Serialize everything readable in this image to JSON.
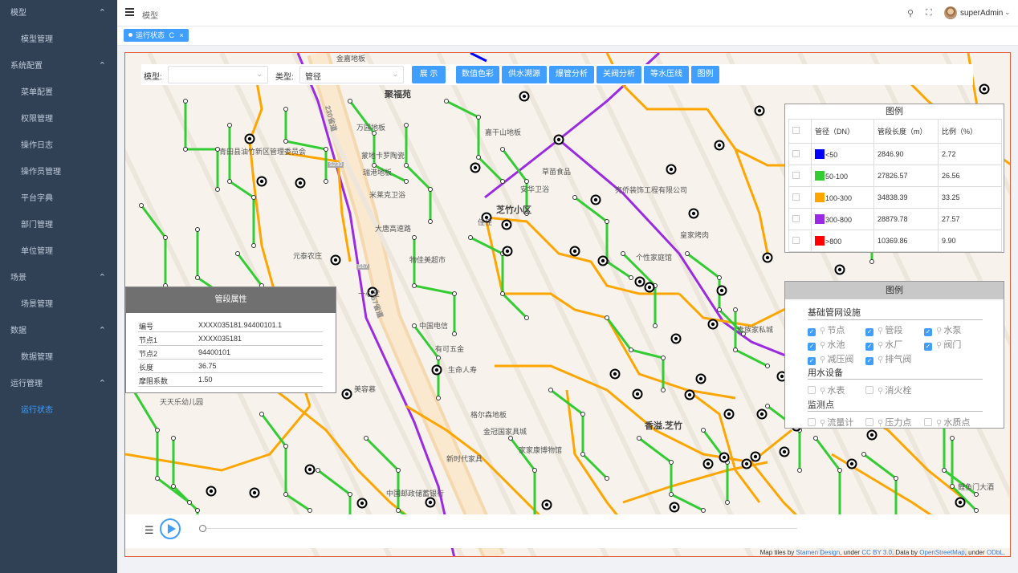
{
  "sidebar": {
    "items": [
      {
        "label": "模型",
        "kind": "group",
        "caret": "⌃"
      },
      {
        "label": "模型管理",
        "kind": "sub"
      },
      {
        "label": "系统配置",
        "kind": "group",
        "caret": "⌃"
      },
      {
        "label": "菜单配置",
        "kind": "sub"
      },
      {
        "label": "权限管理",
        "kind": "sub"
      },
      {
        "label": "操作日志",
        "kind": "sub"
      },
      {
        "label": "操作员管理",
        "kind": "sub"
      },
      {
        "label": "平台字典",
        "kind": "sub"
      },
      {
        "label": "部门管理",
        "kind": "sub"
      },
      {
        "label": "单位管理",
        "kind": "sub"
      },
      {
        "label": "场景",
        "kind": "group",
        "caret": "⌃"
      },
      {
        "label": "场景管理",
        "kind": "sub"
      },
      {
        "label": "数据",
        "kind": "group",
        "caret": "⌃"
      },
      {
        "label": "数据管理",
        "kind": "sub"
      },
      {
        "label": "运行管理",
        "kind": "group",
        "caret": "⌃"
      },
      {
        "label": "运行状态",
        "kind": "sub",
        "active": true
      }
    ]
  },
  "header": {
    "breadcrumb": "模型",
    "username": "superAdmin"
  },
  "tag": {
    "label": "运行状态",
    "refresh": "C",
    "close": "×"
  },
  "toolbar": {
    "model_label": "模型:",
    "model_value": "",
    "type_label": "类型:",
    "type_value": "管径",
    "buttons": [
      "展 示",
      "数值色彩",
      "供水溯源",
      "爆管分析",
      "关阀分析",
      "等水压线",
      "图例"
    ]
  },
  "legend": {
    "title": "图例",
    "headers": [
      "管径（DN）",
      "管段长度（m）",
      "比例（%）"
    ],
    "rows": [
      {
        "label": "<50",
        "color": "#0000ff",
        "length": "2846.90",
        "ratio": "2.72"
      },
      {
        "label": "50-100",
        "color": "#33cc33",
        "length": "27826.57",
        "ratio": "26.56"
      },
      {
        "label": "100-300",
        "color": "#ffa500",
        "length": "34838.39",
        "ratio": "33.25"
      },
      {
        "label": "300-800",
        "color": "#9a2be2",
        "length": "28879.78",
        "ratio": "27.57"
      },
      {
        "label": ">800",
        "color": "#ff0000",
        "length": "10369.86",
        "ratio": "9.90"
      }
    ]
  },
  "layers": {
    "title": "图例",
    "sections": [
      {
        "title": "基础管网设施",
        "items": [
          {
            "label": "节点",
            "checked": true
          },
          {
            "label": "管段",
            "checked": true
          },
          {
            "label": "水泵",
            "checked": true
          },
          {
            "label": "水池",
            "checked": true
          },
          {
            "label": "水厂",
            "checked": true
          },
          {
            "label": "阀门",
            "checked": true
          },
          {
            "label": "减压阀",
            "checked": true
          },
          {
            "label": "排气阀",
            "checked": true
          }
        ]
      },
      {
        "title": "用水设备",
        "items": [
          {
            "label": "水表",
            "checked": false
          },
          {
            "label": "消火栓",
            "checked": false
          }
        ]
      },
      {
        "title": "监测点",
        "items": [
          {
            "label": "流量计",
            "checked": false
          },
          {
            "label": "压力点",
            "checked": false
          },
          {
            "label": "水质点",
            "checked": false
          }
        ]
      }
    ]
  },
  "properties": {
    "title": "管段属性",
    "rows": [
      {
        "key": "编号",
        "value": "XXXX035181.94400101.1"
      },
      {
        "key": "节点1",
        "value": "XXXX035181"
      },
      {
        "key": "节点2",
        "value": "94400101"
      },
      {
        "key": "长度",
        "value": "36.75"
      },
      {
        "key": "摩阻系数",
        "value": "1.50"
      }
    ]
  },
  "map_labels": [
    "金嘉地板",
    "聚福苑",
    "万园地板",
    "嘉干山地板",
    "青田县油竹新区管理委员会",
    "蒙地卡罗陶瓷",
    "瑞港地板",
    "草苗食品",
    "安华卫浴",
    "米莱克卫浴",
    "芝竹小区",
    "亮侨装饰工程有限公司",
    "佳佳",
    "大唐高速路",
    "皇家烤肉",
    "物佳美超市",
    "个性家庭馆",
    "元泰农庄",
    "一心堂",
    "中国电信",
    "贵族家私城",
    "有可五金",
    "生命人寿",
    "美容慕",
    "天天乐幼儿园",
    "格尔森地板",
    "金冠国家具城",
    "香溢.芝竹",
    "家家康博物馆",
    "新时代家具",
    "中国邮政储蓄银行",
    "鲤鱼门大酒",
    "S230",
    "S57",
    "230省道",
    "57省道"
  ],
  "attribution": {
    "prefix": "Map tiles by ",
    "stamen": "Stamen Design",
    "mid1": ", under ",
    "cc": "CC BY 3.0",
    "mid2": ". Data by ",
    "osm": "OpenStreetMap",
    "mid3": ", under ",
    "odbl": "ODbL",
    "suffix": "."
  },
  "colors": {
    "accent": "#409eff",
    "sidebar_bg": "#304156",
    "pipe_green": "#33cc33",
    "pipe_orange": "#ffa500",
    "pipe_purple": "#9a2be2",
    "pipe_blue": "#0000ff"
  }
}
